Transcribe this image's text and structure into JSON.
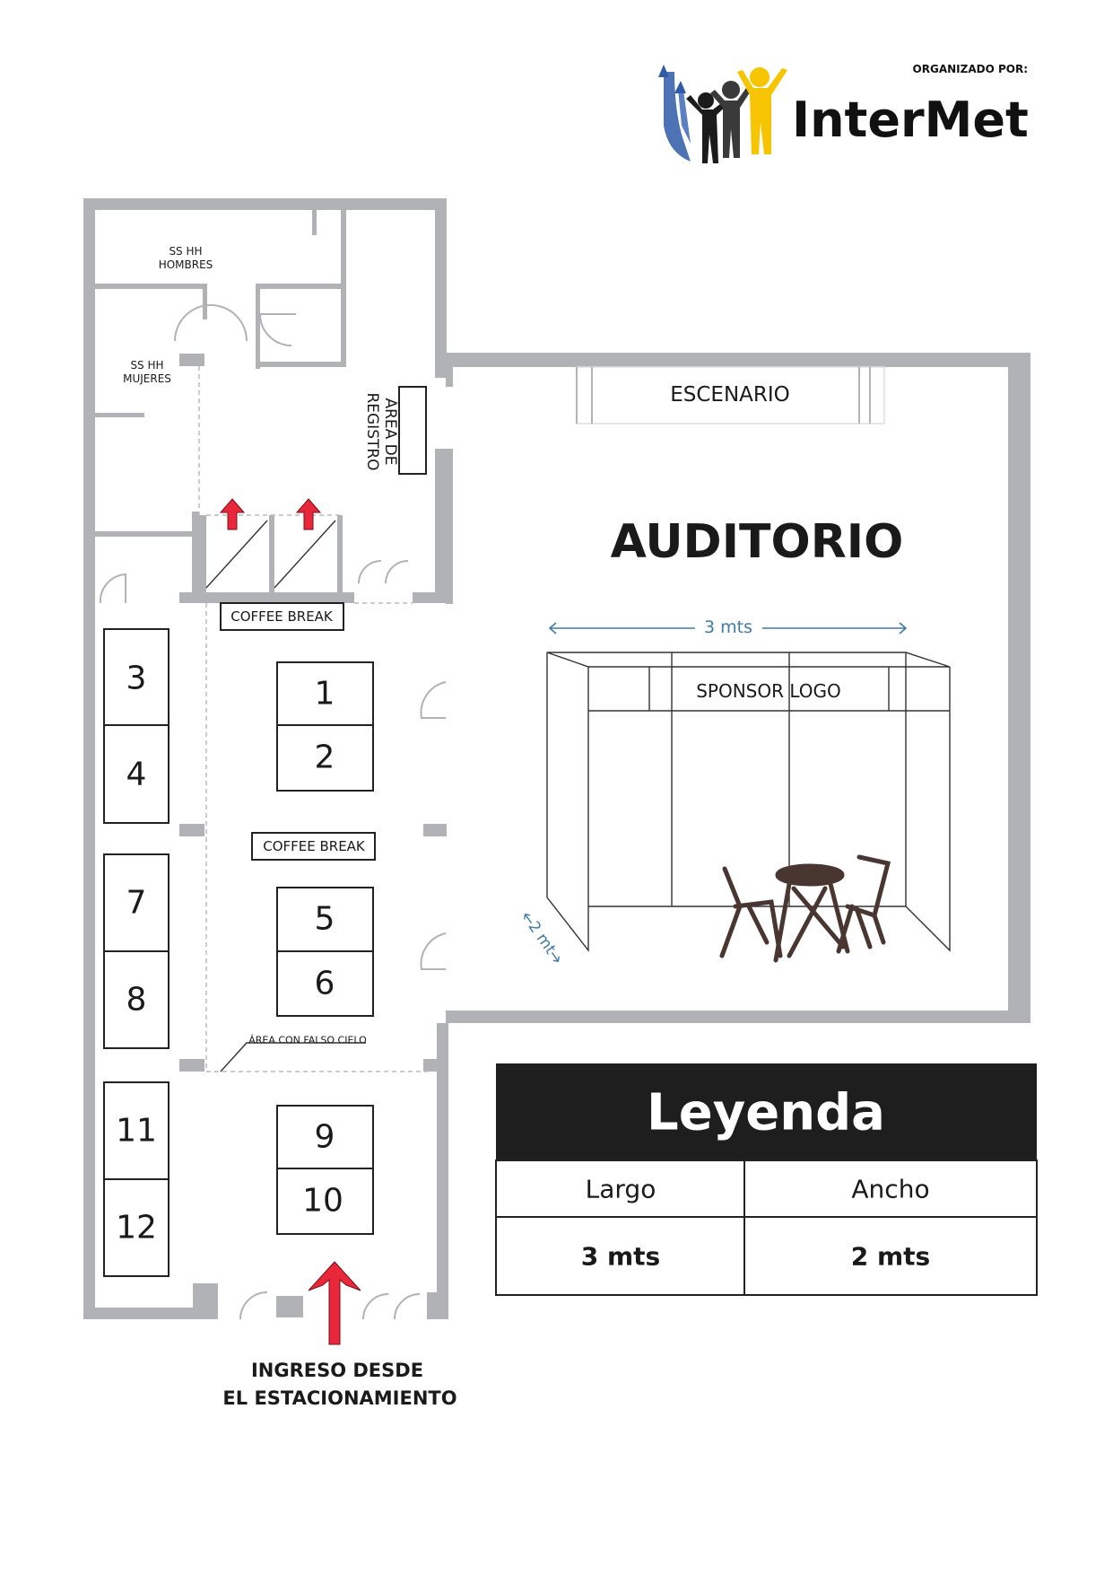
{
  "header": {
    "organized_by": "ORGANIZADO POR:",
    "logo_text": "InterMet"
  },
  "floorplan": {
    "rooms": {
      "men_restroom": [
        "SS HH",
        "HOMBRES"
      ],
      "women_restroom": [
        "SS HH",
        "MUJERES"
      ],
      "registration": [
        "ÁREA DE",
        "REGISTRO"
      ],
      "stage": "ESCENARIO",
      "auditorium": "AUDITORIO",
      "coffee_break_1": "COFFEE BREAK",
      "coffee_break_2": "COFFEE BREAK",
      "false_ceiling": "ÁREA CON FALSO CIELO"
    },
    "booths": [
      "1",
      "2",
      "3",
      "4",
      "5",
      "6",
      "7",
      "8",
      "9",
      "10",
      "11",
      "12"
    ],
    "entrance": [
      "INGRESO DESDE",
      "EL ESTACIONAMIENTO"
    ]
  },
  "booth_illustration": {
    "width_label": "3 mts",
    "depth_label": "2 mt",
    "sponsor_label": "SPONSOR LOGO"
  },
  "legend": {
    "title": "Leyenda",
    "headers": [
      "Largo",
      "Ancho"
    ],
    "values": [
      "3 mts",
      "2 mts"
    ]
  },
  "colors": {
    "wall": "#b1b2b5",
    "arrow": "#e8283a",
    "logo_yellow": "#f6c400",
    "logo_blue": "#2f5aa8",
    "legend_header": "#1e1e1e"
  }
}
